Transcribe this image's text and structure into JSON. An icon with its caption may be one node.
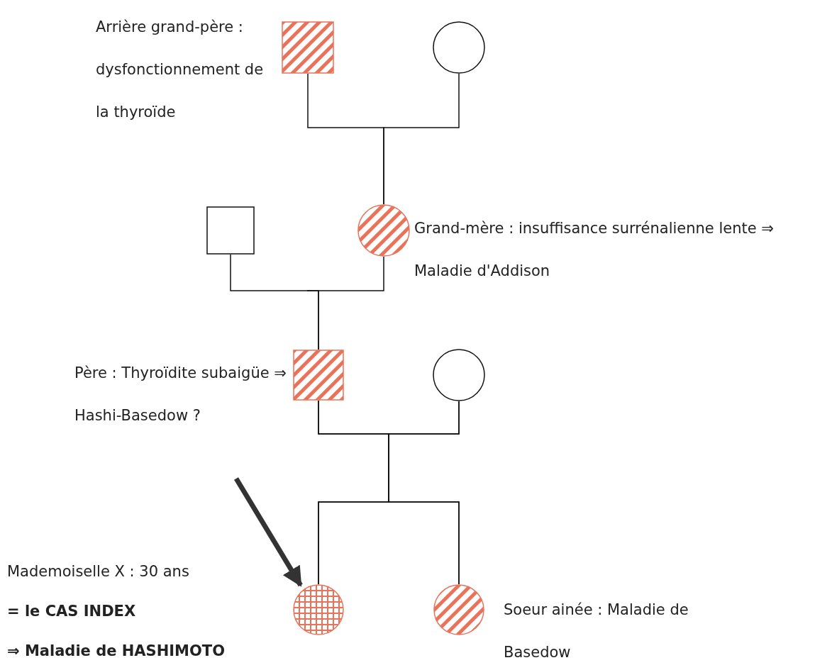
{
  "diagram": {
    "nodes": [
      {
        "text": [],
        "shape": "box",
        "beside": [
          "Arrière grand-père : dysfonctionnement de la thyroïde"
        ]
      },
      {
        "text": [],
        "shape": "circle"
      },
      {
        "text": [],
        "shape": "circle",
        "beside": [
          "Grand-mère : insuffisance surrénalienne lente ⇒ Maladie d'Addison"
        ]
      },
      {
        "text": [],
        "shape": "box"
      },
      {
        "text": [],
        "shape": "box",
        "beside": [
          "Père : Thyroïdite subaigüe ⇒ Hashi-Basedow ?"
        ]
      },
      {
        "text": [],
        "shape": "circle"
      },
      {
        "text": [],
        "shape": "circle",
        "beside": [
          "Mademoiselle X : 30 ans",
          "= le CAS INDEX",
          "⇒ Maladie de HASHIMOTO"
        ]
      },
      {
        "text": [],
        "shape": "circle",
        "beside": [
          "Soeur ainée : Maladie de Basedow"
        ]
      }
    ],
    "edges": [
      {
        "from": 0,
        "to": 2,
        "arrow": "none"
      },
      {
        "from": 1,
        "to": 2,
        "arrow": "none"
      },
      {
        "from": 3,
        "to": 4,
        "arrow": "none"
      },
      {
        "from": 2,
        "to": 4,
        "arrow": "none"
      },
      {
        "from": 4,
        "to": 6,
        "arrow": "none"
      },
      {
        "from": 4,
        "to": 7,
        "arrow": "none"
      },
      {
        "from": 5,
        "to": 6,
        "arrow": "none"
      },
      {
        "from": 5,
        "to": 7,
        "arrow": "none"
      },
      {
        "from": null,
        "to": 6,
        "arrow": "to",
        "style": "thick",
        "color": "#333333"
      }
    ]
  }
}
